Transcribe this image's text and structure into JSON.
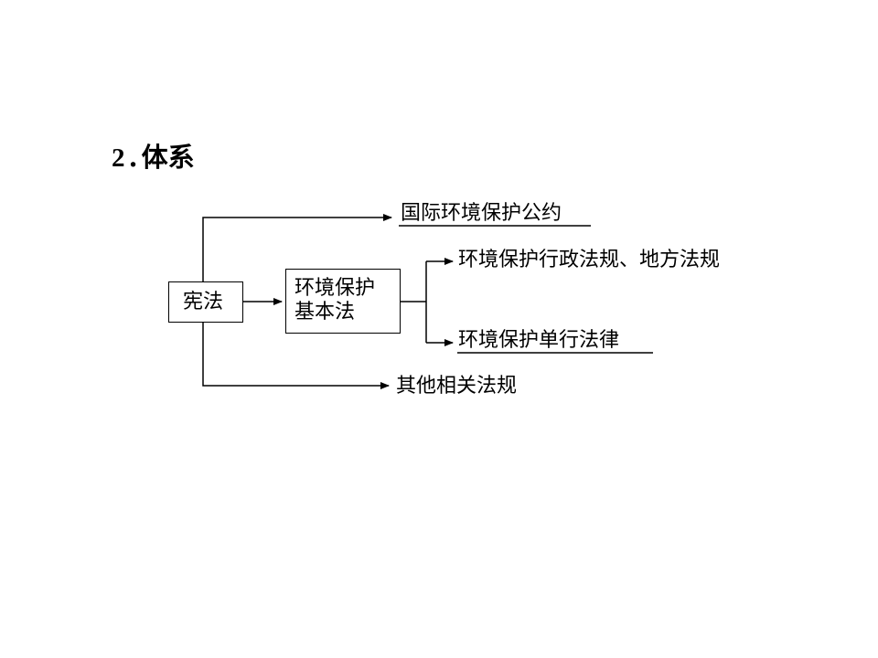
{
  "heading": {
    "number": "2",
    "separator": ".",
    "title": "体系"
  },
  "nodes": {
    "constitution": "宪法",
    "basic_law_line1": "环境保护",
    "basic_law_line2": "基本法",
    "international_conventions": "国际环境保护公约",
    "admin_local_regulations": "环境保护行政法规、地方法规",
    "single_laws": "环境保护单行法律",
    "other_related": "其他相关法规"
  }
}
